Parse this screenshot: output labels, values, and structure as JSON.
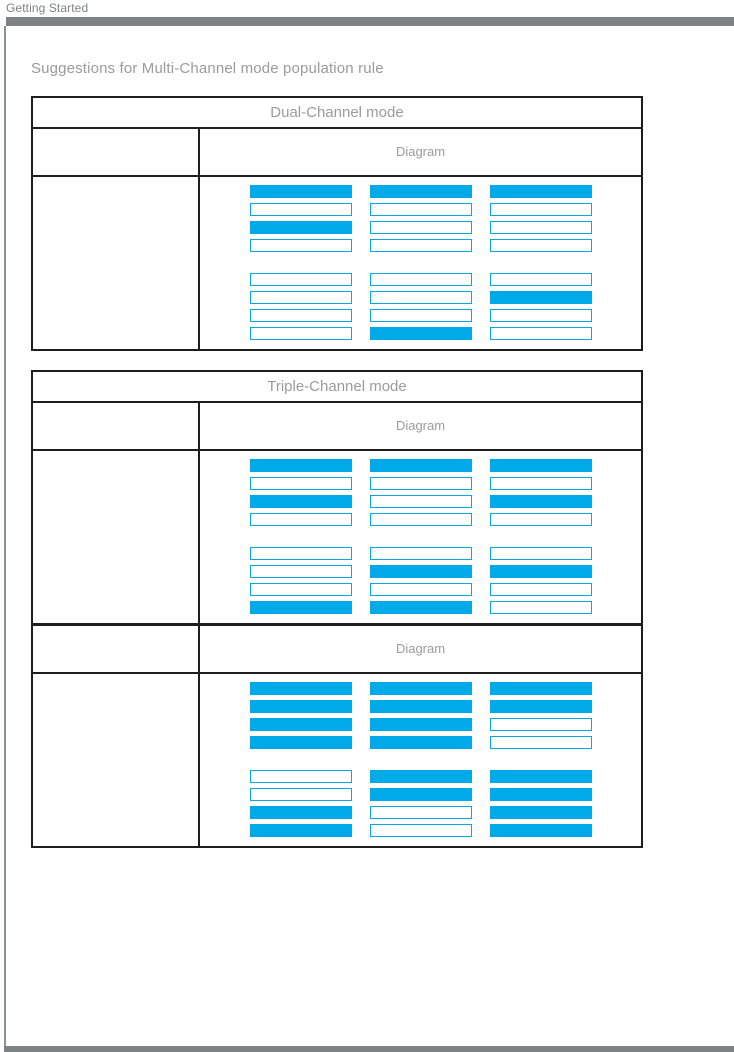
{
  "breadcrumb": "Getting Started",
  "section_title": "Suggestions for Multi-Channel mode population rule",
  "colors": {
    "accent_blue": "#00a9e8",
    "slot_border_blue": "#0aa7e4",
    "table_border": "#1d1d1d",
    "muted_text": "#9b9b9b",
    "chrome_gray": "#7d8285"
  },
  "labels": {
    "diagram": "Diagram",
    "empty_label_cell": ""
  },
  "tables": [
    {
      "id": "dual-channel",
      "mode_title": "Dual-Channel mode",
      "sections": [
        {
          "header": "Diagram",
          "label": "",
          "diagram": {
            "columns": [
              {
                "top": [
                  "filled",
                  "empty",
                  "filled",
                  "empty"
                ],
                "bottom": [
                  "empty",
                  "empty",
                  "empty",
                  "empty"
                ]
              },
              {
                "top": [
                  "filled",
                  "empty",
                  "empty",
                  "empty"
                ],
                "bottom": [
                  "empty",
                  "empty",
                  "empty",
                  "filled"
                ]
              },
              {
                "top": [
                  "filled",
                  "empty",
                  "empty",
                  "empty"
                ],
                "bottom": [
                  "empty",
                  "filled",
                  "empty",
                  "empty"
                ]
              }
            ]
          }
        }
      ]
    },
    {
      "id": "triple-channel",
      "mode_title": "Triple-Channel mode",
      "sections": [
        {
          "header": "Diagram",
          "label": "",
          "diagram": {
            "columns": [
              {
                "top": [
                  "filled",
                  "empty",
                  "filled",
                  "empty"
                ],
                "bottom": [
                  "empty",
                  "empty",
                  "empty",
                  "filled"
                ]
              },
              {
                "top": [
                  "filled",
                  "empty",
                  "empty",
                  "empty"
                ],
                "bottom": [
                  "empty",
                  "filled",
                  "empty",
                  "filled"
                ]
              },
              {
                "top": [
                  "filled",
                  "empty",
                  "filled",
                  "empty"
                ],
                "bottom": [
                  "empty",
                  "filled",
                  "empty",
                  "empty"
                ]
              }
            ]
          }
        },
        {
          "header": "Diagram",
          "label": "",
          "diagram": {
            "columns": [
              {
                "top": [
                  "filled",
                  "filled",
                  "filled",
                  "filled"
                ],
                "bottom": [
                  "empty",
                  "empty",
                  "filled",
                  "filled"
                ]
              },
              {
                "top": [
                  "filled",
                  "filled",
                  "filled",
                  "filled"
                ],
                "bottom": [
                  "filled",
                  "filled",
                  "empty",
                  "empty"
                ]
              },
              {
                "top": [
                  "filled",
                  "filled",
                  "empty",
                  "empty"
                ],
                "bottom": [
                  "filled",
                  "filled",
                  "filled",
                  "filled"
                ]
              }
            ]
          }
        }
      ]
    }
  ]
}
